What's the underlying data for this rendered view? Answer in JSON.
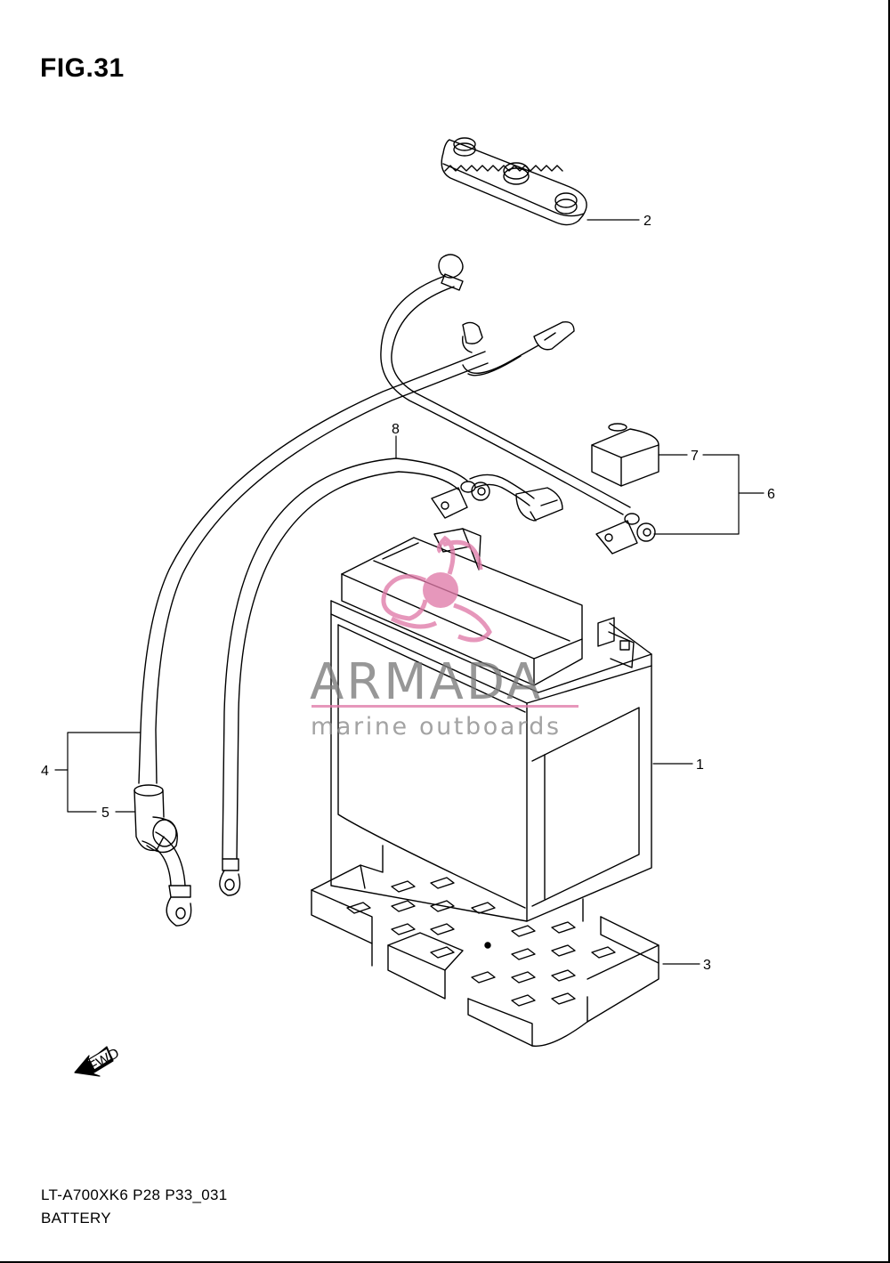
{
  "figure": {
    "title": "FIG.31",
    "footer_code": "LT-A700XK6 P28 P33_031",
    "footer_name": "BATTERY"
  },
  "callouts": {
    "battery": "1",
    "cover": "2",
    "tray": "3",
    "negative_cable": "4",
    "cable_boot": "5",
    "fuse_assy": "6",
    "fuse_cap": "7",
    "positive_lead": "8"
  },
  "watermark": {
    "brand": "ARMADA",
    "tagline": "marine outboards",
    "color": "#e07aa8"
  },
  "fwd_badge": {
    "label": "FWD",
    "icon": "fwd-arrow-icon"
  }
}
